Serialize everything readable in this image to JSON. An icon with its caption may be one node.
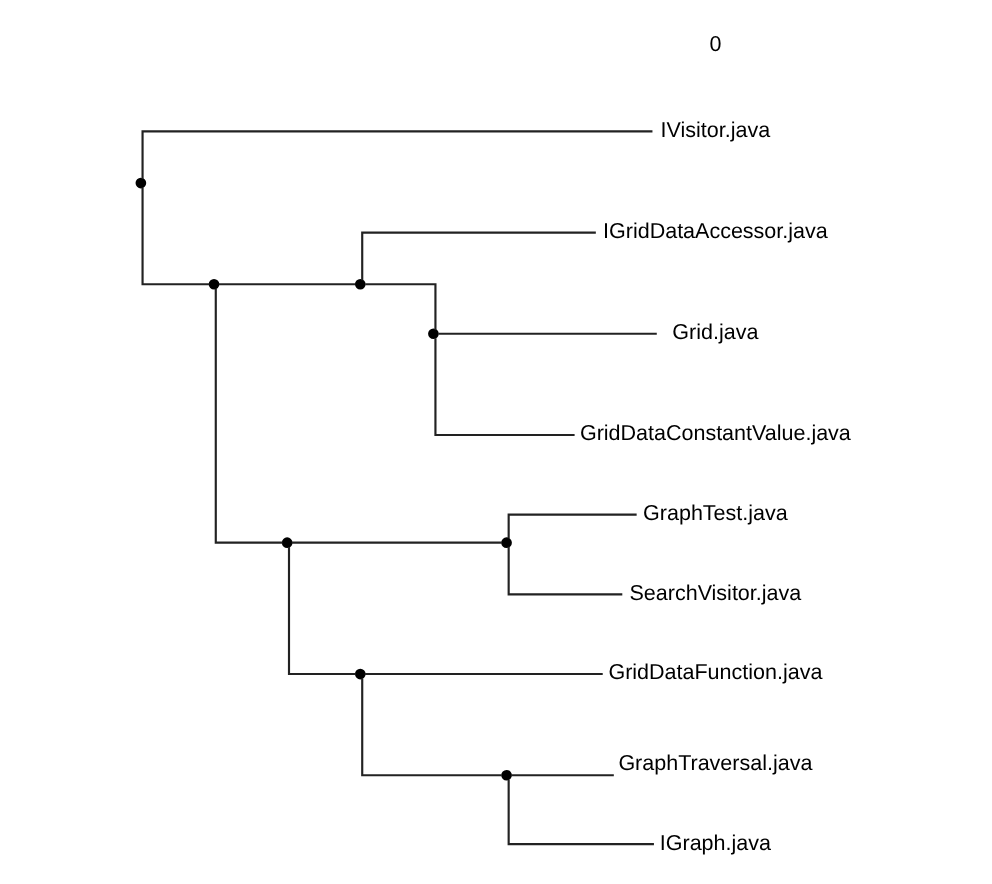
{
  "diagram": {
    "nodes": [
      {
        "text": [],
        "shape": "dot"
      },
      {
        "text": [
          "IVisitor.java"
        ]
      },
      {
        "text": [],
        "shape": "dot"
      },
      {
        "text": [],
        "shape": "dot"
      },
      {
        "text": [
          "IGridDataAccessor.java"
        ]
      },
      {
        "text": [],
        "shape": "dot"
      },
      {
        "text": [
          "Grid.java"
        ]
      },
      {
        "text": [
          "GridDataConstantValue.java"
        ]
      },
      {
        "text": [],
        "shape": "dot"
      },
      {
        "text": [],
        "shape": "dot"
      },
      {
        "text": [
          "GraphTest.java"
        ]
      },
      {
        "text": [
          "SearchVisitor.java"
        ]
      },
      {
        "text": [],
        "shape": "dot"
      },
      {
        "text": [
          "GridDataFunction.java"
        ]
      },
      {
        "text": [],
        "shape": "dot"
      },
      {
        "text": [
          "GraphTraversal.java"
        ]
      },
      {
        "text": [
          "IGraph.java"
        ]
      }
    ],
    "edges": [
      {
        "from": 0,
        "to": 1,
        "arrow": "none"
      },
      {
        "from": 0,
        "to": 2,
        "arrow": "none"
      },
      {
        "from": 2,
        "to": 3,
        "arrow": "none"
      },
      {
        "from": 2,
        "to": 8,
        "arrow": "none"
      },
      {
        "from": 3,
        "to": 4,
        "arrow": "none"
      },
      {
        "from": 3,
        "to": 5,
        "arrow": "none"
      },
      {
        "from": 5,
        "to": 6,
        "arrow": "none"
      },
      {
        "from": 5,
        "to": 7,
        "arrow": "none"
      },
      {
        "from": 8,
        "to": 9,
        "arrow": "none"
      },
      {
        "from": 8,
        "to": 12,
        "arrow": "none"
      },
      {
        "from": 9,
        "to": 10,
        "arrow": "none"
      },
      {
        "from": 9,
        "to": 11,
        "arrow": "none"
      },
      {
        "from": 12,
        "to": 13,
        "arrow": "none"
      },
      {
        "from": 12,
        "to": 14,
        "arrow": "none"
      },
      {
        "from": 14,
        "to": 15,
        "arrow": "none"
      },
      {
        "from": 14,
        "to": 16,
        "arrow": "none"
      }
    ],
    "labels": [
      "0"
    ]
  }
}
